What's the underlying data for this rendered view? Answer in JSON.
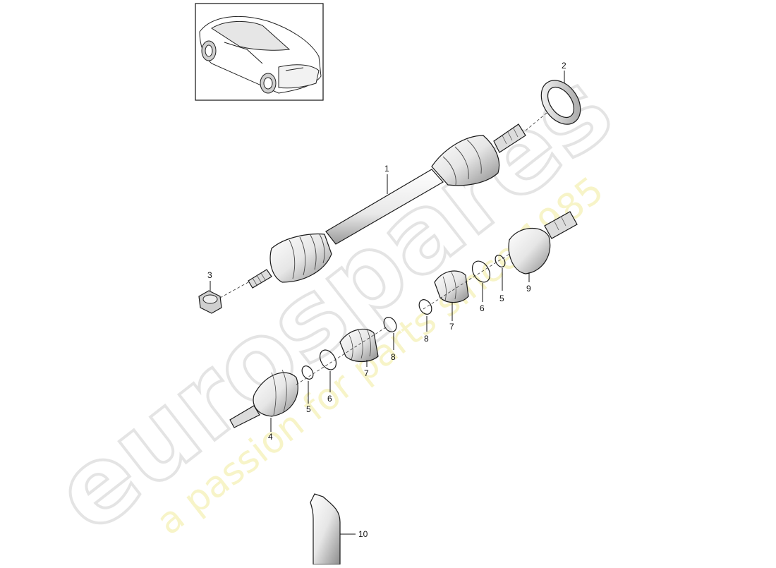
{
  "diagram": {
    "callouts": [
      {
        "id": "callout-1",
        "text": "1"
      },
      {
        "id": "callout-2",
        "text": "2"
      },
      {
        "id": "callout-3",
        "text": "3"
      },
      {
        "id": "callout-4",
        "text": "4"
      },
      {
        "id": "callout-5a",
        "text": "5"
      },
      {
        "id": "callout-6a",
        "text": "6"
      },
      {
        "id": "callout-7a",
        "text": "7"
      },
      {
        "id": "callout-8a",
        "text": "8"
      },
      {
        "id": "callout-8b",
        "text": "8"
      },
      {
        "id": "callout-7b",
        "text": "7"
      },
      {
        "id": "callout-6b",
        "text": "6"
      },
      {
        "id": "callout-5b",
        "text": "5"
      },
      {
        "id": "callout-9",
        "text": "9"
      },
      {
        "id": "callout-10",
        "text": "10"
      }
    ]
  },
  "watermark": {
    "brand": "eurospares",
    "tagline": "a passion for parts since 1985",
    "brand_color": "#e4e4e4",
    "tagline_color": "#f4f0b0"
  },
  "colors": {
    "line": "#1a1a1a",
    "part_fill": "#ffffff",
    "shade": "#d8d8d8"
  }
}
